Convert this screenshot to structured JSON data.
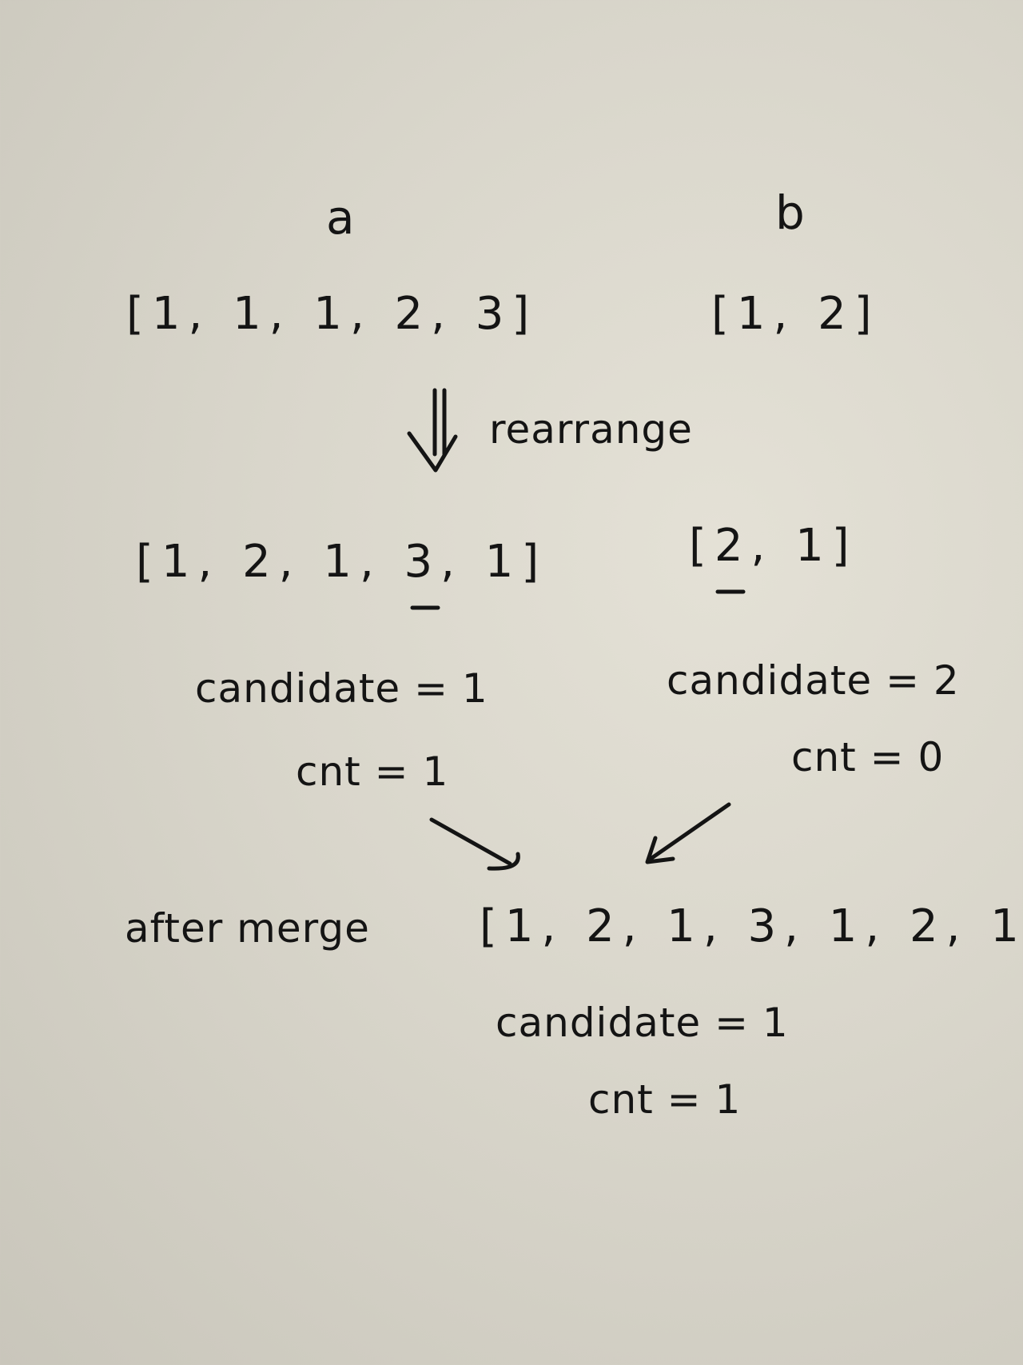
{
  "left": {
    "label": "a",
    "original": "[1, 1, 1, 2, 3]",
    "rearranged": "[1, 2, 1, 3, 1]",
    "candidate": "candidate = 1",
    "cnt": "cnt = 1"
  },
  "right": {
    "label": "b",
    "original": "[1, 2]",
    "rearranged": "[2, 1]",
    "candidate": "candidate = 2",
    "cnt": "cnt = 0"
  },
  "rearrange_label": "rearrange",
  "merge": {
    "label": "after merge",
    "array": "[1, 2, 1, 3, 1, 2, 1]",
    "candidate": "candidate = 1",
    "cnt": "cnt = 1"
  }
}
